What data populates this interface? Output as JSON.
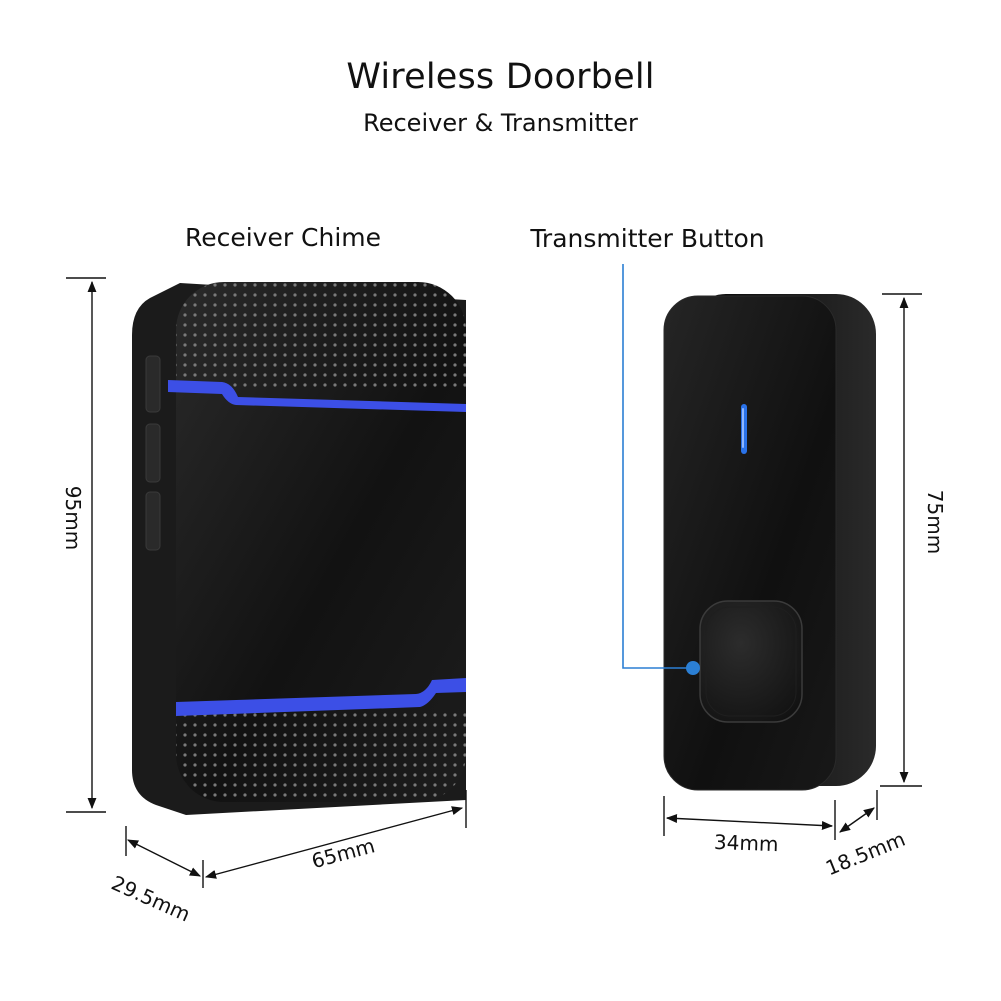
{
  "header": {
    "title": "Wireless Doorbell",
    "subtitle": "Receiver & Transmitter"
  },
  "receiver": {
    "label": "Receiver Chime",
    "dimensions": {
      "height": "95mm",
      "width": "65mm",
      "depth": "29.5mm"
    }
  },
  "transmitter": {
    "label": "Transmitter Button",
    "dimensions": {
      "height": "75mm",
      "width": "34mm",
      "depth": "18.5mm"
    }
  },
  "colors": {
    "device_body": "#111111",
    "accent_blue": "#3c4fe6",
    "indicator_blue": "#2a72e8",
    "callout_line": "#2b7fd4"
  }
}
